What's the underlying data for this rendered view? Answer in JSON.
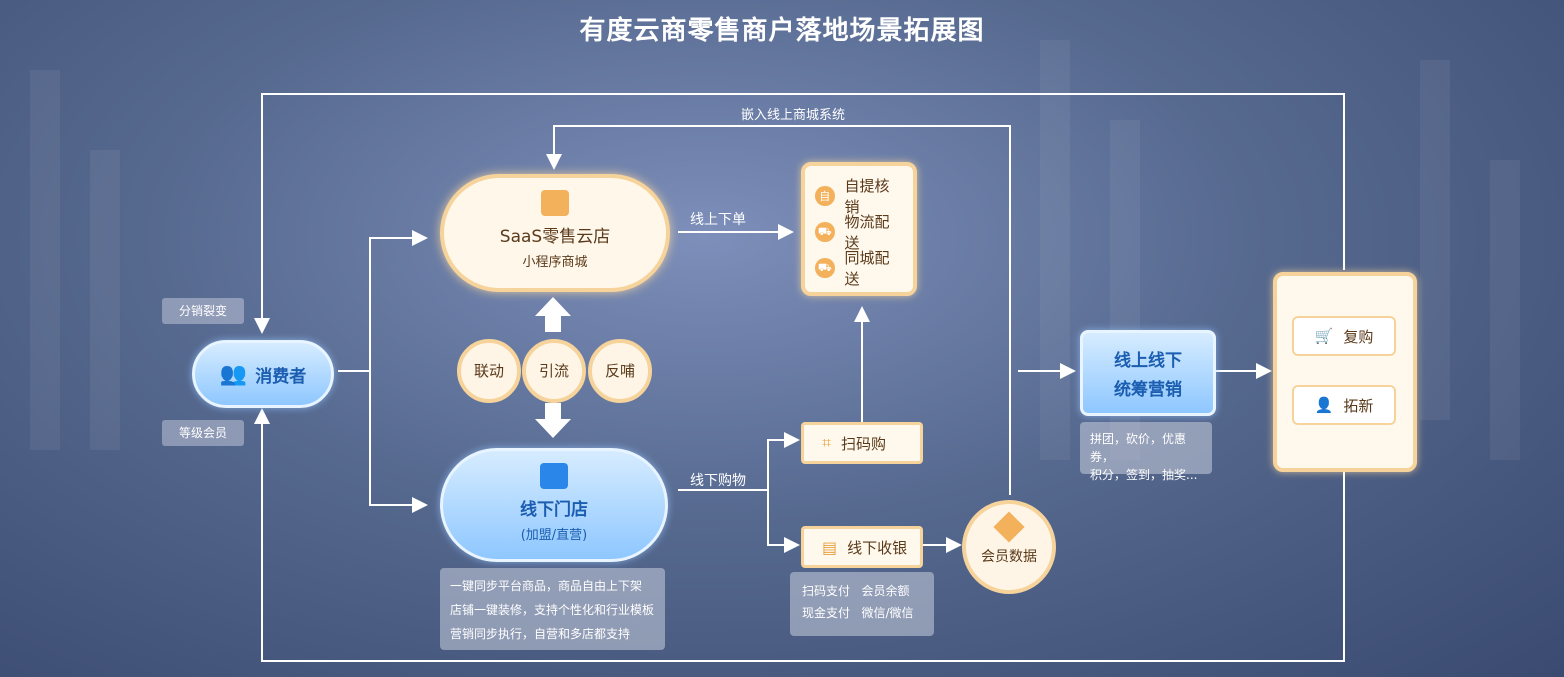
{
  "title": "有度云商零售商户落地场景拓展图",
  "consumer": {
    "label": "消费者",
    "tag_top": "分销裂变",
    "tag_bottom": "等级会员"
  },
  "saas_store": {
    "title": "SaaS零售云店",
    "subtitle": "小程序商城"
  },
  "offline_store": {
    "title": "线下门店",
    "subtitle": "(加盟/直营)"
  },
  "links": [
    "联动",
    "引流",
    "反哺"
  ],
  "edge_labels": {
    "embed": "嵌入线上商城系统",
    "online_order": "线上下单",
    "offline_shopping": "线下购物"
  },
  "fulfillment": [
    "自提核销",
    "物流配送",
    "同城配送"
  ],
  "fulfillment_icons": [
    "自",
    "⛟",
    "⛟"
  ],
  "scan_buy": "扫码购",
  "offline_cashier": "线下收银",
  "member_data": "会员数据",
  "payment_info": [
    "扫码支付",
    "会员余额",
    "现金支付",
    "微信/微信"
  ],
  "store_info": [
    "一键同步平台商品，商品自由上下架",
    "店铺一键装修，支持个性化和行业模板",
    "营销同步执行，自营和多店都支持"
  ],
  "marketing": {
    "line1": "线上线下",
    "line2": "统筹营销",
    "info": [
      "拼团，砍价，优惠券，",
      "积分，签到，抽奖..."
    ]
  },
  "result": [
    "复购",
    "拓新"
  ],
  "colors": {
    "warm_border": "#f6d39b",
    "blue_text": "#1b5db0",
    "line": "#ffffff"
  },
  "icons": [
    "users-icon",
    "store-icon",
    "scan-icon",
    "cashier-icon",
    "diamond-icon",
    "cart-icon",
    "add-user-icon"
  ]
}
